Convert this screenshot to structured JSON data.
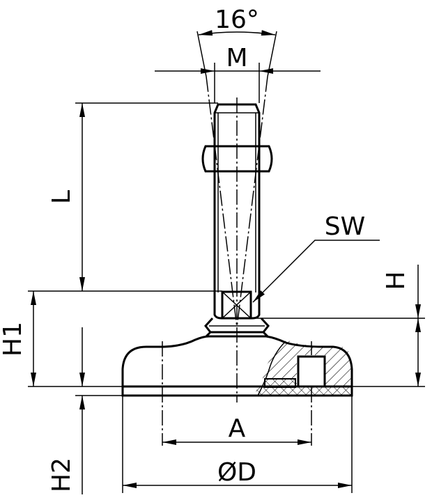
{
  "drawing": {
    "title": "Leveling foot dimension drawing",
    "labels": {
      "angle": "16°",
      "thread": "M",
      "length": "L",
      "wrench_size": "SW",
      "height": "H",
      "height1": "H1",
      "height2": "H2",
      "hole_spacing": "A",
      "diameter": "ØD"
    }
  }
}
